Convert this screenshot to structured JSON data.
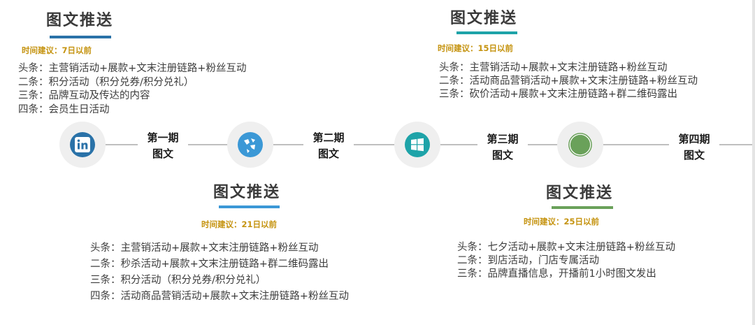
{
  "colors": {
    "blue_dark": "#2a72a8",
    "teal": "#1ea3a8",
    "blue_light": "#3b98d6",
    "green": "#6aa15a",
    "gold": "#c5930f",
    "title": "#3a3a3a",
    "node_bg": "#efefef",
    "line": "#bfbfbf"
  },
  "timeline": [
    {
      "icon": "linkedin-icon",
      "period": "第一期",
      "type": "图文"
    },
    {
      "icon": "globe-icon",
      "period": "第二期",
      "type": "图文"
    },
    {
      "icon": "windows-icon",
      "period": "第三期",
      "type": "图文"
    },
    {
      "icon": "user-icon",
      "period": "第四期",
      "type": "图文"
    }
  ],
  "blocks": [
    {
      "title": "图文推送",
      "time_suggestion": "时间建议：7日以前",
      "items": [
        "头条：主营销活动+展款+文末注册链路+粉丝互动",
        "二条：积分活动（积分兑券/积分兑礼）",
        "三条：品牌互动及传达的内容",
        "四条：会员生日活动"
      ]
    },
    {
      "title": "图文推送",
      "time_suggestion": "时间建议：15日以前",
      "items": [
        "头条：主营销活动+展款+文末注册链路+粉丝互动",
        "二条：活动商品营销活动+展款+文末注册链路+粉丝互动",
        "三条：砍价活动+展款+文末注册链路+群二维码露出"
      ]
    },
    {
      "title": "图文推送",
      "time_suggestion": "时间建议：21日以前",
      "items": [
        "头条：主营销活动+展款+文末注册链路+粉丝互动",
        "二条：秒杀活动+展款+文末注册链路+群二维码露出",
        "三条：积分活动（积分兑券/积分兑礼）",
        "四条：活动商品营销活动+展款+文末注册链路+粉丝互动"
      ]
    },
    {
      "title": "图文推送",
      "time_suggestion": "时间建议：25日以前",
      "items": [
        "头条：七夕活动+展款+文末注册链路+粉丝互动",
        "二条：到店活动，门店专属活动",
        "三条：品牌直播信息，开播前1小时图文发出"
      ]
    }
  ]
}
